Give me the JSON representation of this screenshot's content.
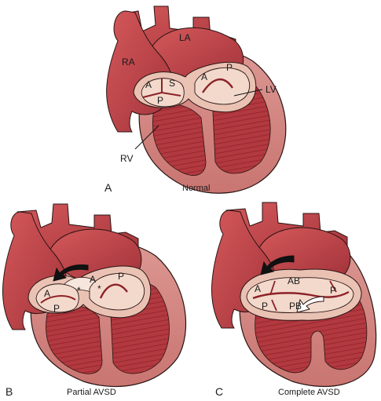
{
  "panels": {
    "a": {
      "letter": "A",
      "caption": "Normal",
      "labels": {
        "ra": "RA",
        "la": "LA",
        "lv": "LV",
        "rv": "RV"
      },
      "leaflets": {
        "anterior_tricuspid": "A",
        "septal": "S",
        "posterior_tricuspid": "P",
        "anterior_mitral": "A",
        "posterior_mitral": "P"
      }
    },
    "b": {
      "letter": "B",
      "caption": "Partial AVSD",
      "leaflets": {
        "anterior_right": "A",
        "posterior_right": "P",
        "anterior_left": "A",
        "posterior_left": "P"
      },
      "cleft_marker_1": "*",
      "cleft_marker_2": "*"
    },
    "c": {
      "letter": "C",
      "caption": "Complete AVSD",
      "leaflets": {
        "anterior": "A",
        "anterior_bridging": "AB",
        "posterior_bridging": "PB",
        "posterior_left": "P",
        "posterior_right": "P"
      }
    }
  },
  "colors": {
    "muscle": "#c2474a",
    "muscle_dark": "#8c2128",
    "pericardium": "#d68a86",
    "valve_ring": "#eac2b3",
    "leaflet": "#f3d9cb",
    "outline": "#2a1414",
    "arrow_black": "#111111",
    "arrow_white": "#ffffff"
  }
}
